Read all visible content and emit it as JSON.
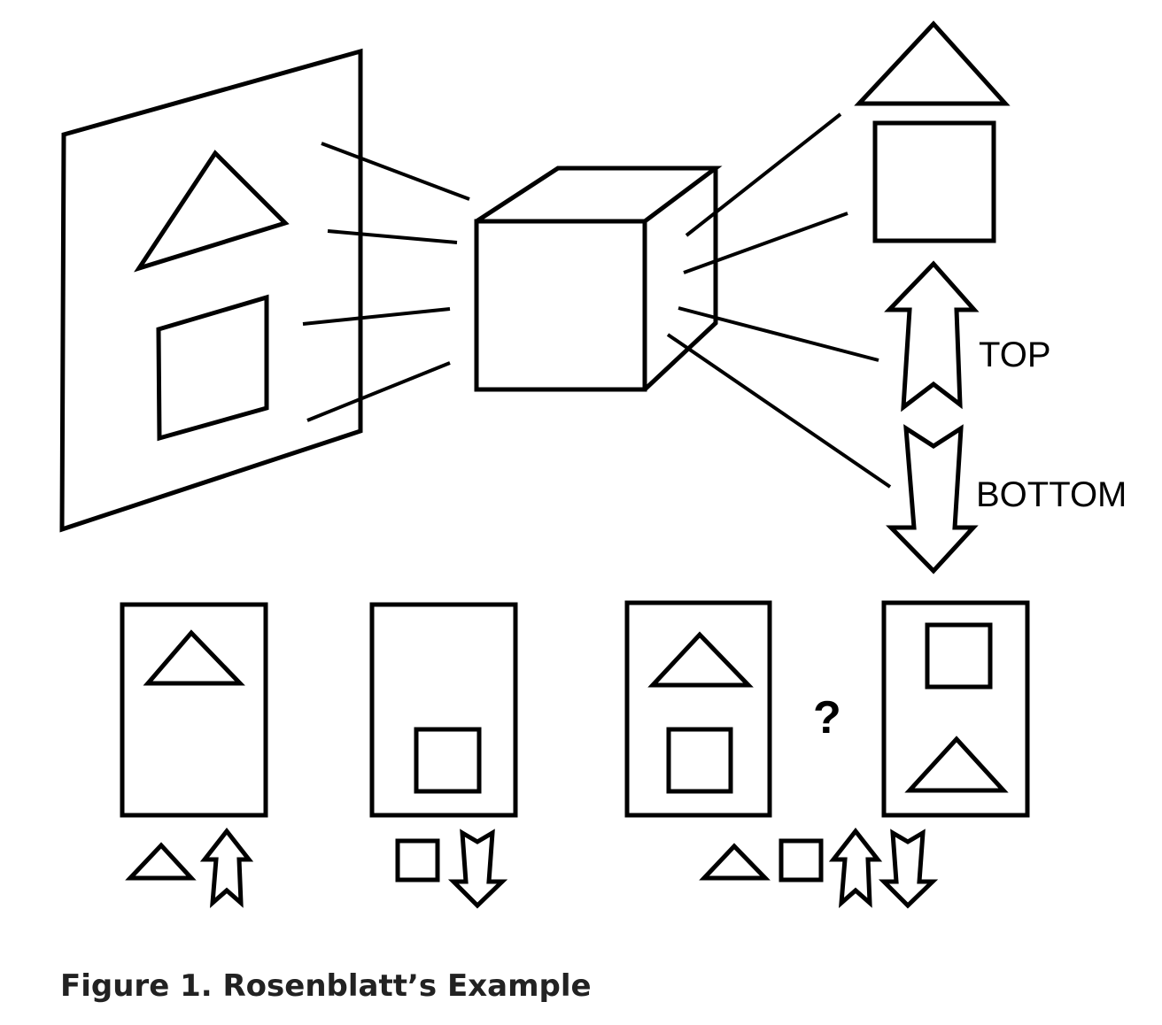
{
  "labels": {
    "top": "TOP",
    "bottom": "BOTTOM",
    "question": "?"
  },
  "caption": "Figure 1. Rosenblatt’s Example",
  "colors": {
    "ink": "#000000",
    "caption": "#222222",
    "background": "#ffffff"
  }
}
